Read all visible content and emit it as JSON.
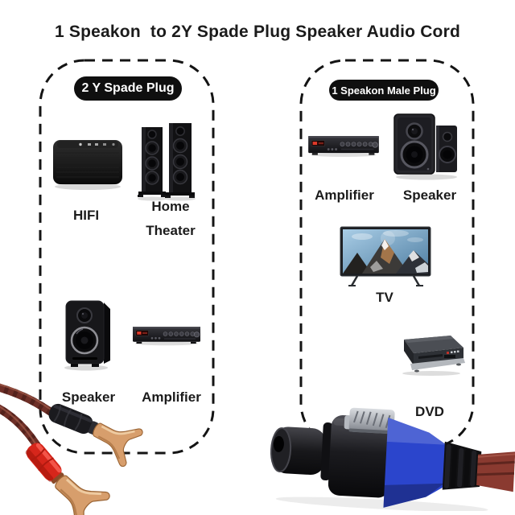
{
  "title": "1 Speakon  to 2Y Spade Plug Speaker Audio Cord",
  "left_panel": {
    "badge": "2 Y Spade Plug",
    "items": [
      {
        "label": "HIFI"
      },
      {
        "label_line1": "Home",
        "label_line2": "Theater"
      },
      {
        "label": "Speaker"
      },
      {
        "label": "Amplifier"
      }
    ]
  },
  "right_panel": {
    "badge": "1 Speakon Male Plug",
    "items": [
      {
        "label": "Amplifier"
      },
      {
        "label": "Speaker"
      },
      {
        "label": "TV"
      },
      {
        "label": "DVD"
      }
    ]
  },
  "icons": {
    "hifi_speaker": "hifi-speaker-icon",
    "home_theater_towers": "tower-speakers-icon",
    "bookshelf_speaker": "bookshelf-speaker-icon",
    "amplifier_left": "amplifier-icon",
    "amplifier_right": "amplifier-icon",
    "speaker_pair": "speaker-pair-icon",
    "tv": "tv-icon",
    "dvd_player": "dvd-player-icon",
    "spade_plugs": "spade-plug-photo",
    "speakon_plug": "speakon-plug-photo"
  },
  "colors": {
    "text": "#1b1b1b",
    "badge_bg": "#0f0f0f",
    "badge_text": "#ffffff",
    "dash": "#141414",
    "speakon_blue": "#2b45cc",
    "copper": "#d79e6c",
    "sleeve_red": "#d6261b",
    "sleeve_black": "#1a1a1e",
    "cable_red": "#8a3a30"
  }
}
